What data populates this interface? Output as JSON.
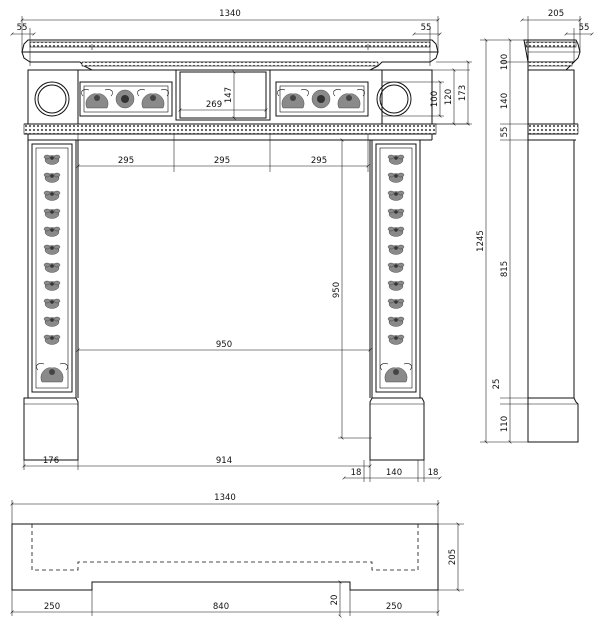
{
  "front_view": {
    "total_width": "1340",
    "cornice_overhang_left": "55",
    "cornice_overhang_right": "55",
    "center_panel_width": "269",
    "center_panel_height": "147",
    "frieze_height_inner": "100",
    "frieze_height_mid": "120",
    "frieze_height_outer": "173",
    "frieze_section_1": "295",
    "frieze_section_2": "295",
    "frieze_section_3": "295",
    "opening_width": "950",
    "opening_height": "950",
    "leg_width": "176",
    "opening_base_width": "914",
    "gap_left": "18",
    "jamb_width": "140",
    "gap_right": "18"
  },
  "side_view": {
    "depth": "205",
    "cornice_projection": "55",
    "total_height": "1245",
    "cornice_height": "100",
    "frieze_height": "140",
    "mould_height": "55",
    "jamb_height": "815",
    "plinth_mould_height": "25",
    "plinth_height": "110"
  },
  "plan_view": {
    "total_width": "1340",
    "depth": "205",
    "left_return": "250",
    "center_width": "840",
    "step_depth": "20",
    "right_return": "250"
  }
}
